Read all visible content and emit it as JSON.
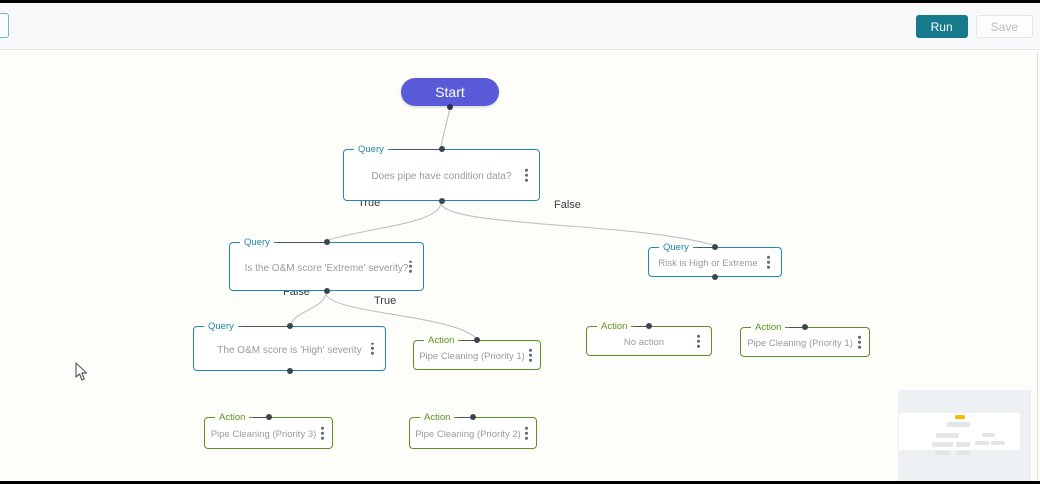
{
  "toolbar": {
    "run_button": "Run",
    "save_button": "Save"
  },
  "flow": {
    "start_label": "Start",
    "nodes": [
      {
        "type_label": "Query",
        "text": "Does pipe have condition data?"
      },
      {
        "type_label": "Query",
        "text": "Is the O&M score 'Extreme' severity?"
      },
      {
        "type_label": "Query",
        "text": "Risk is High or Extreme"
      },
      {
        "type_label": "Query",
        "text": "The O&M score is 'High' severity"
      },
      {
        "type_label": "Action",
        "text": "Pipe Cleaning (Priority 1)"
      },
      {
        "type_label": "Action",
        "text": "No action"
      },
      {
        "type_label": "Action",
        "text": "Pipe Cleaning (Priority 1)"
      },
      {
        "type_label": "Action",
        "text": "Pipe Cleaning (Priority 3)"
      },
      {
        "type_label": "Action",
        "text": "Pipe Cleaning (Priority 2)"
      }
    ],
    "edge_labels": {
      "level1_true": "True",
      "level1_false": "False",
      "level2_false": "False",
      "level2_true": "True"
    }
  },
  "colors": {
    "query_border": "#2187b5",
    "action_border": "#5d9221",
    "start_fill": "#585ad8",
    "run_fill": "#16798c",
    "minimap_accent": "#f5b80a",
    "edge_stroke": "#bcc1c6"
  }
}
